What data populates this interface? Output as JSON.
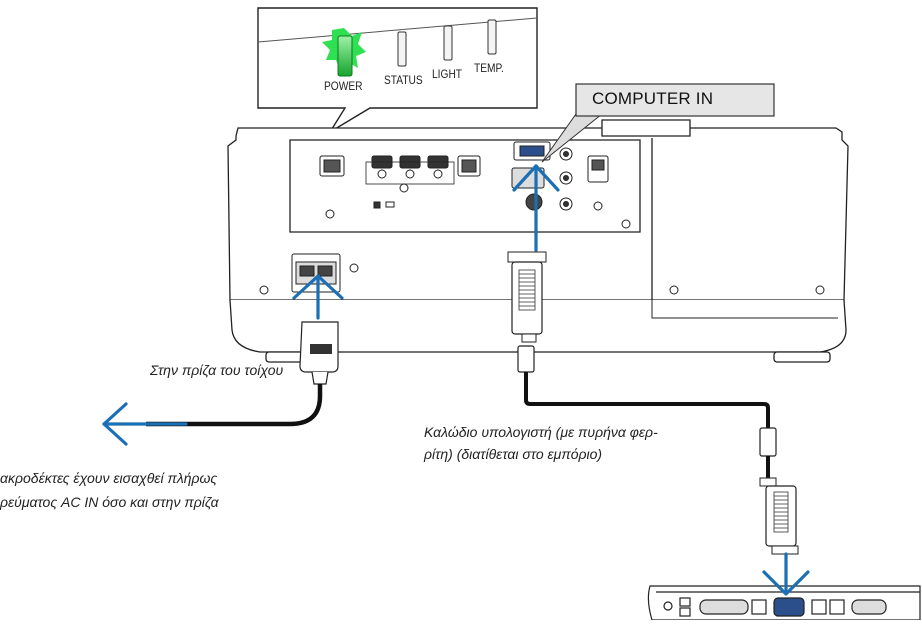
{
  "indicators": {
    "power": "POWER",
    "status": "STATUS",
    "light": "LIGHT",
    "temp": "TEMP."
  },
  "callout": {
    "computer_in": "COMPUTER IN"
  },
  "captions": {
    "wall_outlet": "Στην πρίζα του τοίχου",
    "cable_line1": "Καλώδιο υπολογιστή (με πυρήνα φερ-",
    "cable_line2": "ρίτη) (διατίθεται στο εμπόριο)",
    "note_line1": "ακροδέκτες έχουν εισαχθεί πλήρως",
    "note_line2": "ρεύματος AC IN όσο και στην πρίζα"
  },
  "colors": {
    "arrow": "#1a6fb5",
    "power_led": "#19c23a",
    "outline": "#222222"
  }
}
